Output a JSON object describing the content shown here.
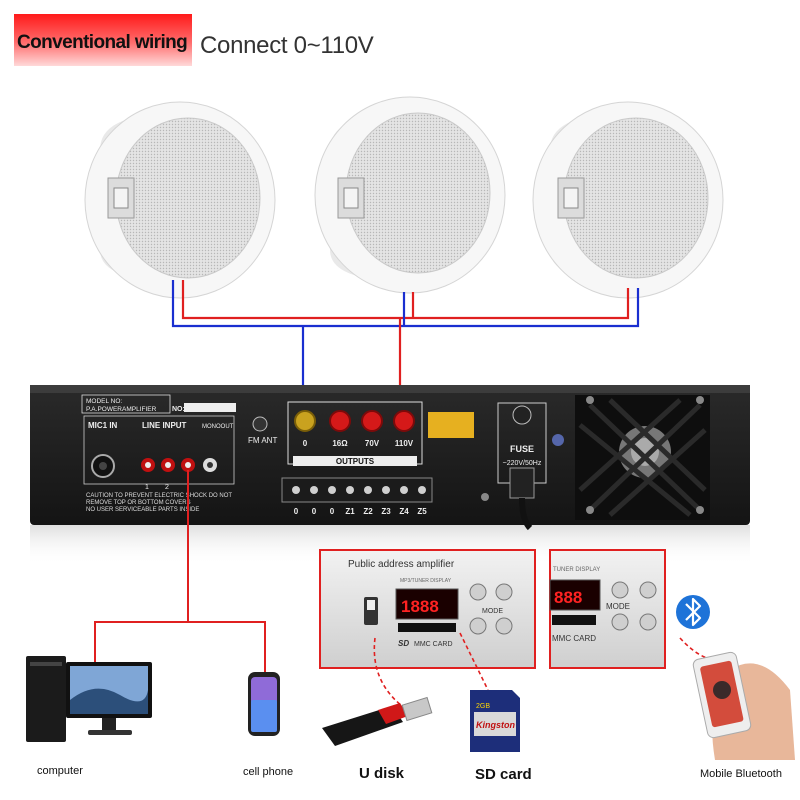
{
  "header": {
    "title": "Conventional wiring",
    "subtitle": "Connect 0~110V"
  },
  "amplifier": {
    "model_label": "MODEL NO:",
    "model_value": "P.A.POWERAMPLIFIER",
    "no_label": "NO:",
    "mic_in": "MIC1 IN",
    "line_input": "LINE INPUT",
    "mono_out": "MONOOUT",
    "line_1": "1",
    "line_2": "2",
    "fm_ant": "FM ANT",
    "taps": [
      "0",
      "16Ω",
      "70V",
      "110V"
    ],
    "outputs": "OUTPUTS",
    "fuse": "FUSE",
    "voltage": "~220V/50Hz",
    "terminals": [
      "0",
      "0",
      "0",
      "Z1",
      "Z2",
      "Z3",
      "Z4",
      "Z5"
    ],
    "caution_1": "CAUTION TO PREVENT ELECTRIC SHOCK DO NOT",
    "caution_2": "REMOVE TOP OR BOTTOM COVERS",
    "caution_3": "NO USER SERVICEABLE PARTS INSIDE"
  },
  "panel": {
    "title": "Public address amplifier",
    "display_label": "MP3/TUNER DISPLAY",
    "display_value": "1888",
    "mode_label": "MODE",
    "card_label": "MMC CARD",
    "sd_logo": "SD"
  },
  "panel_zoom": {
    "display_label": "TUNER DISPLAY",
    "display_value": "888",
    "mode_label": "MODE",
    "card_label": "MMC CARD"
  },
  "sd_card": {
    "brand": "Kingston",
    "capacity": "2GB"
  },
  "devices": {
    "computer": "computer",
    "cell_phone": "cell phone",
    "u_disk": "U disk",
    "sd_card": "SD card",
    "mobile_bluetooth": "Mobile Bluetooth"
  },
  "colors": {
    "wire_red": "#e02020",
    "wire_blue": "#1a2fd0",
    "accent_red": "#ff1a1a",
    "bluetooth_blue": "#1e73d8"
  }
}
